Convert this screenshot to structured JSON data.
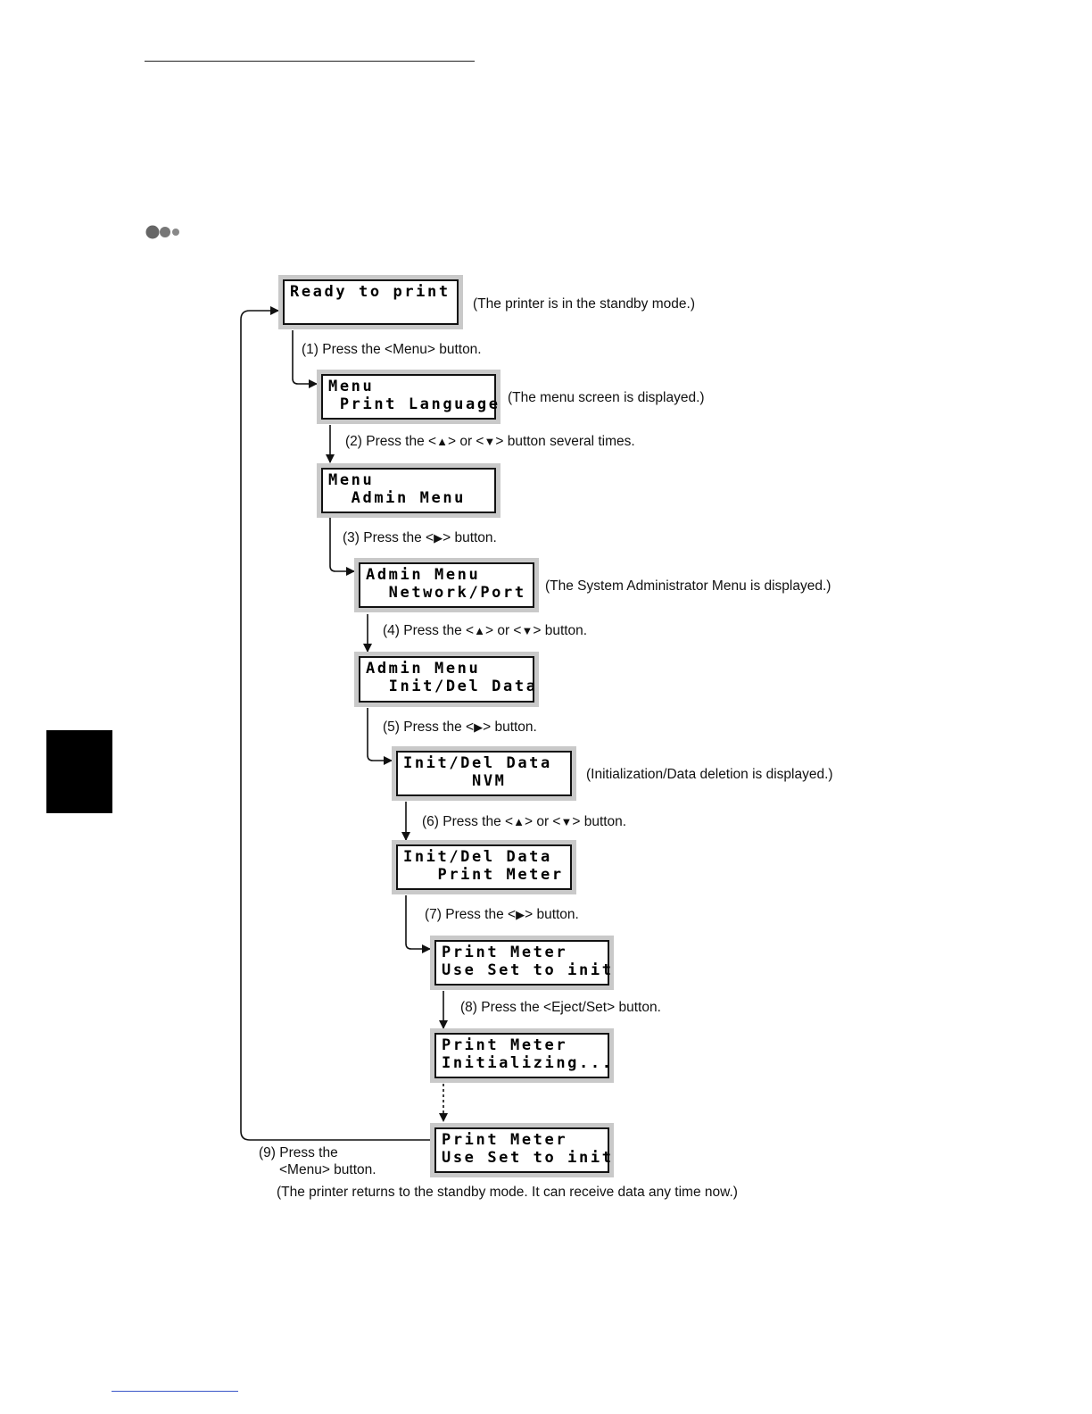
{
  "screens": [
    {
      "line1": "Ready to print",
      "line2": ""
    },
    {
      "line1": "Menu",
      "line2": " Print Language"
    },
    {
      "line1": "Menu",
      "line2": "  Admin Menu"
    },
    {
      "line1": "Admin Menu",
      "line2": "  Network/Port"
    },
    {
      "line1": "Admin Menu",
      "line2": "  Init/Del Data"
    },
    {
      "line1": "Init/Del Data",
      "line2": "      NVM"
    },
    {
      "line1": "Init/Del Data",
      "line2": "   Print Meter"
    },
    {
      "line1": "Print Meter",
      "line2": "Use Set to init"
    },
    {
      "line1": "Print Meter",
      "line2": "Initializing..."
    },
    {
      "line1": "Print Meter",
      "line2": "Use Set to init"
    }
  ],
  "captions": {
    "standby": "(The printer is in the standby mode.)",
    "menu_displayed": "(The menu screen is displayed.)",
    "admin_displayed": "(The System Administrator Menu is displayed.)",
    "init_displayed": "(Initialization/Data deletion is displayed.)",
    "final": "(The printer returns to the standby mode. It can receive data any time now.)"
  },
  "steps": {
    "s1": "(1) Press the <Menu> button.",
    "s2_pre": "(2) Press the <",
    "s2_mid": "> or <",
    "s2_post": "> button several times.",
    "s3_pre": "(3) Press the <",
    "s3_post": "> button.",
    "s4_pre": "(4) Press the <",
    "s4_mid": "> or <",
    "s4_post": "> button.",
    "s5_pre": "(5) Press the <",
    "s5_post": "> button.",
    "s6_pre": "(6) Press the <",
    "s6_mid": "> or <",
    "s6_post": "> button.",
    "s7_pre": "(7) Press the <",
    "s7_post": "> button.",
    "s8": "(8) Press the <Eject/Set> button.",
    "s9_line1": "(9) Press the",
    "s9_line2": "<Menu> button."
  },
  "glyphs": {
    "up": "▲",
    "down": "▼",
    "right": "▶"
  },
  "colors": {
    "lcd_frame": "#c9c9c9",
    "chapter_tab": "#000000",
    "footer_rule": "#3a56c8"
  }
}
